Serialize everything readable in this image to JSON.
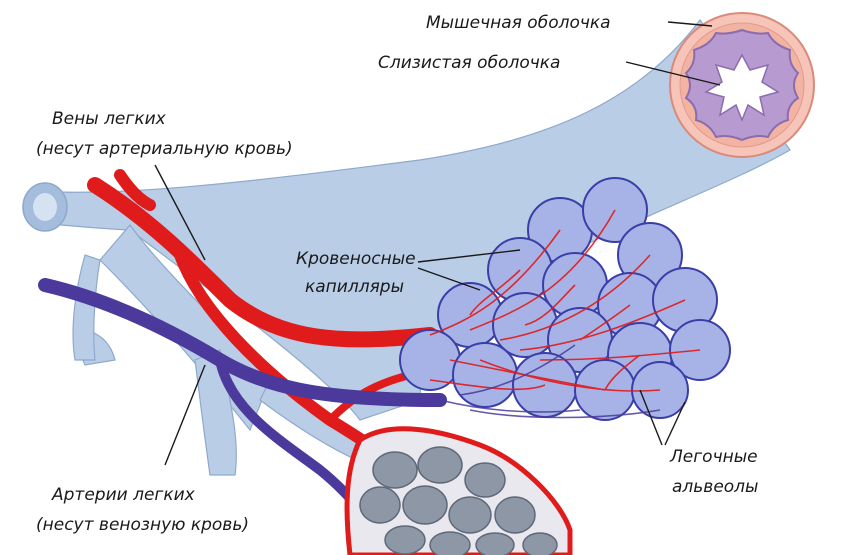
{
  "labels": {
    "muscle_layer": "Мышечная оболочка",
    "mucous_layer": "Слизистая оболочка",
    "pulmonary_veins_line1": "Вены легких",
    "pulmonary_veins_line2": "(несут артериальную кровь)",
    "capillaries_line1": "Кровеносные",
    "capillaries_line2": "капилляры",
    "alveoli_line1": "Легочные",
    "alveoli_line2": "альвеолы",
    "pulmonary_arteries_line1": "Артерии легких",
    "pulmonary_arteries_line2": "(несут венозную кровь)"
  },
  "colors": {
    "bronchus": "#b9cde6",
    "bronchus_edge": "#8fa9cc",
    "artery_red": "#e01b1b",
    "vein_blue": "#4b3a9c",
    "alveolus_fill": "#a7b3e6",
    "alveolus_edge": "#3a3fa8",
    "cross_section_outer": "#f6c4b8",
    "cross_section_mucosa": "#b79ad0",
    "alveolar_sac": "#8d97a6"
  }
}
